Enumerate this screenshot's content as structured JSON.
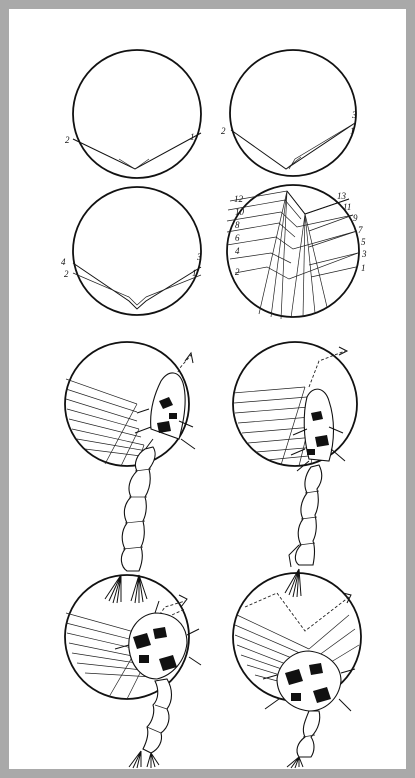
{
  "panels": [
    {
      "id": "panel-1",
      "labels": [
        "2",
        "1"
      ]
    },
    {
      "id": "panel-2",
      "labels": [
        "2",
        "3",
        "1"
      ]
    },
    {
      "id": "panel-3",
      "labels": [
        "4",
        "2",
        "3",
        "1"
      ]
    },
    {
      "id": "panel-4",
      "labels": [
        "12",
        "10",
        "8",
        "6",
        "4",
        "2",
        "13",
        "11",
        "9",
        "7",
        "5",
        "3",
        "1"
      ]
    }
  ]
}
